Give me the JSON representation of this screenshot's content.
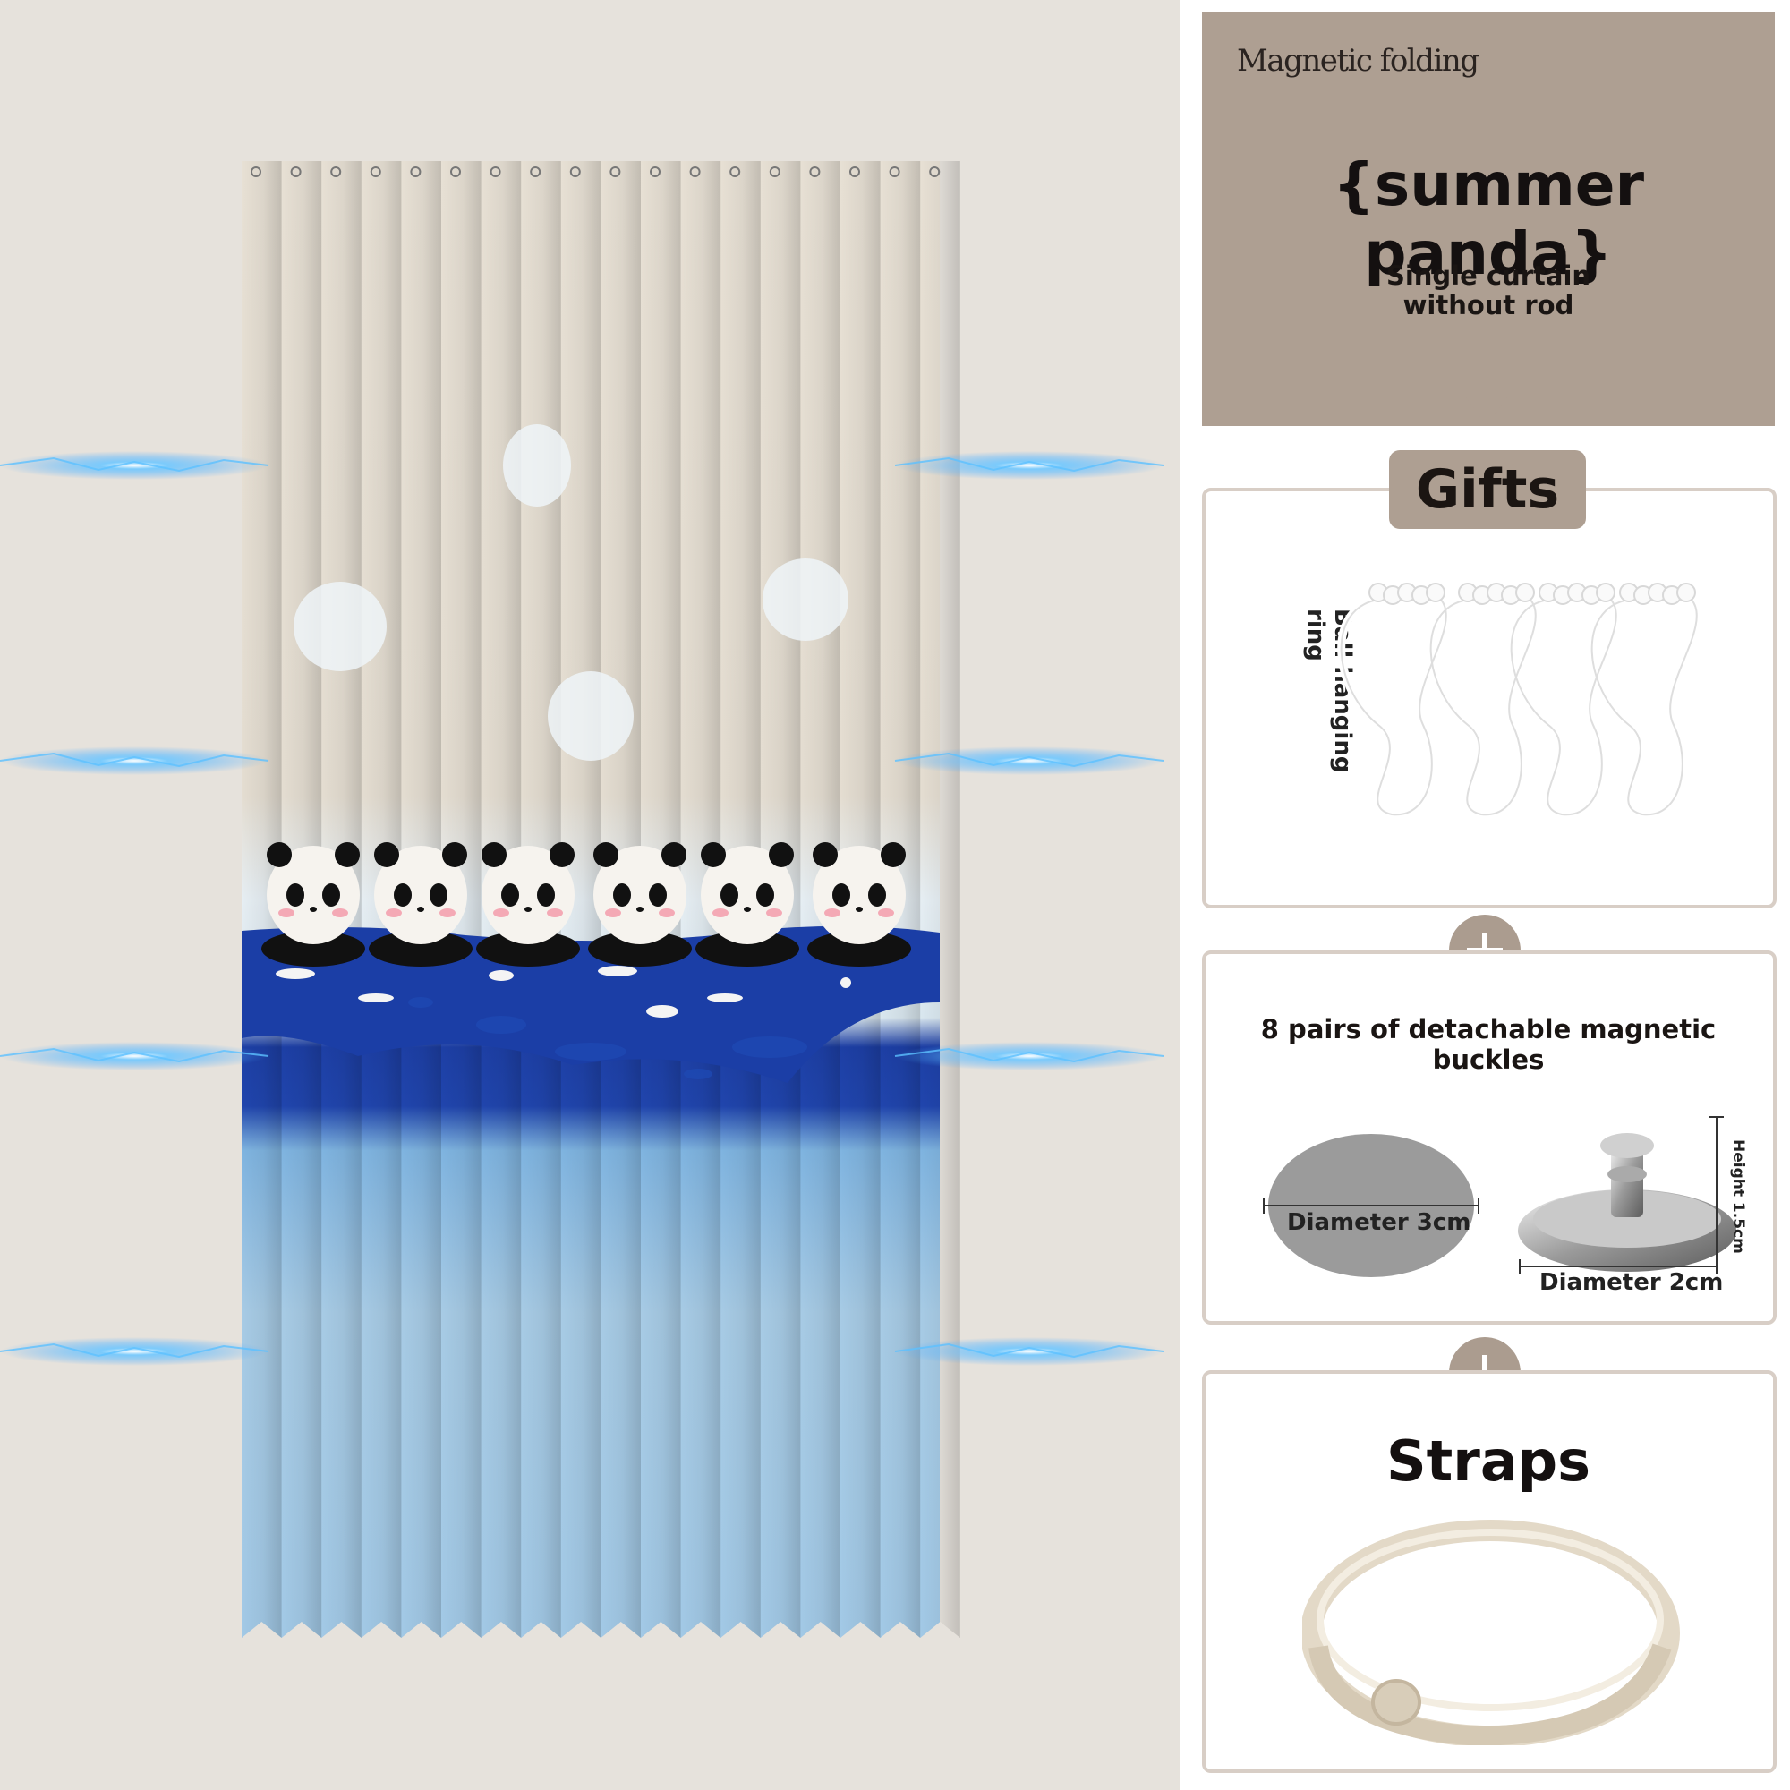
{
  "header": {
    "small_title": "Magnetic folding",
    "main_title": "{summer panda}",
    "subtitle_line1": "Single curtain",
    "subtitle_line2": "without rod"
  },
  "gifts": {
    "tab_label": "Gifts",
    "ring_label": "Ball hanging ring"
  },
  "buckles": {
    "title": "8 pairs of detachable magnetic buckles",
    "disc_label": "Diameter 3cm",
    "button_diameter_label": "Diameter 2cm",
    "button_height_label": "Height 1.5cm"
  },
  "straps": {
    "title": "Straps"
  },
  "colors": {
    "accent_taupe": "#ae9f92",
    "card_border": "#d8cec6",
    "curtain_cream": "#e5ddd1",
    "curtain_blue_light": "#a9cde6",
    "curtain_blue_dark": "#1e3fa8",
    "background_left": "#e6e2dc"
  },
  "icons": [
    "plus-icon",
    "plus-icon"
  ]
}
